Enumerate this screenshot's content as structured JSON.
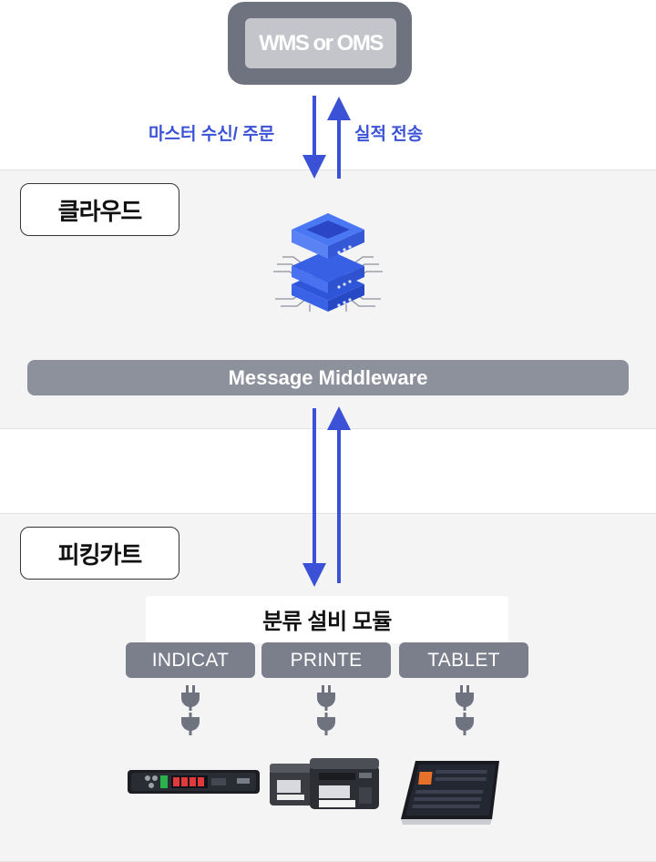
{
  "top_box": {
    "label": "WMS or OMS"
  },
  "arrows": {
    "down_label": "마스터 수신/ 주문",
    "up_label": "실적 전송"
  },
  "cloud": {
    "tag": "클라우드",
    "middleware_label": "Message Middleware"
  },
  "cart": {
    "tag": "피킹카트",
    "module_label": "분류 설비 모듈",
    "devices": [
      {
        "label": "INDICAT",
        "icon": "indicator-device-icon"
      },
      {
        "label": "PRINTE",
        "icon": "printer-device-icon"
      },
      {
        "label": "TABLET",
        "icon": "tablet-device-icon"
      }
    ]
  },
  "colors": {
    "arrow_blue": "#3b52d6",
    "server_blue": "#3f6cf0",
    "panel_gray": "#f4f4f5",
    "pill_gray": "#7a7f8b",
    "wms_dark": "#6f7380"
  },
  "icons": [
    "server-stack-icon",
    "plug-icon"
  ]
}
